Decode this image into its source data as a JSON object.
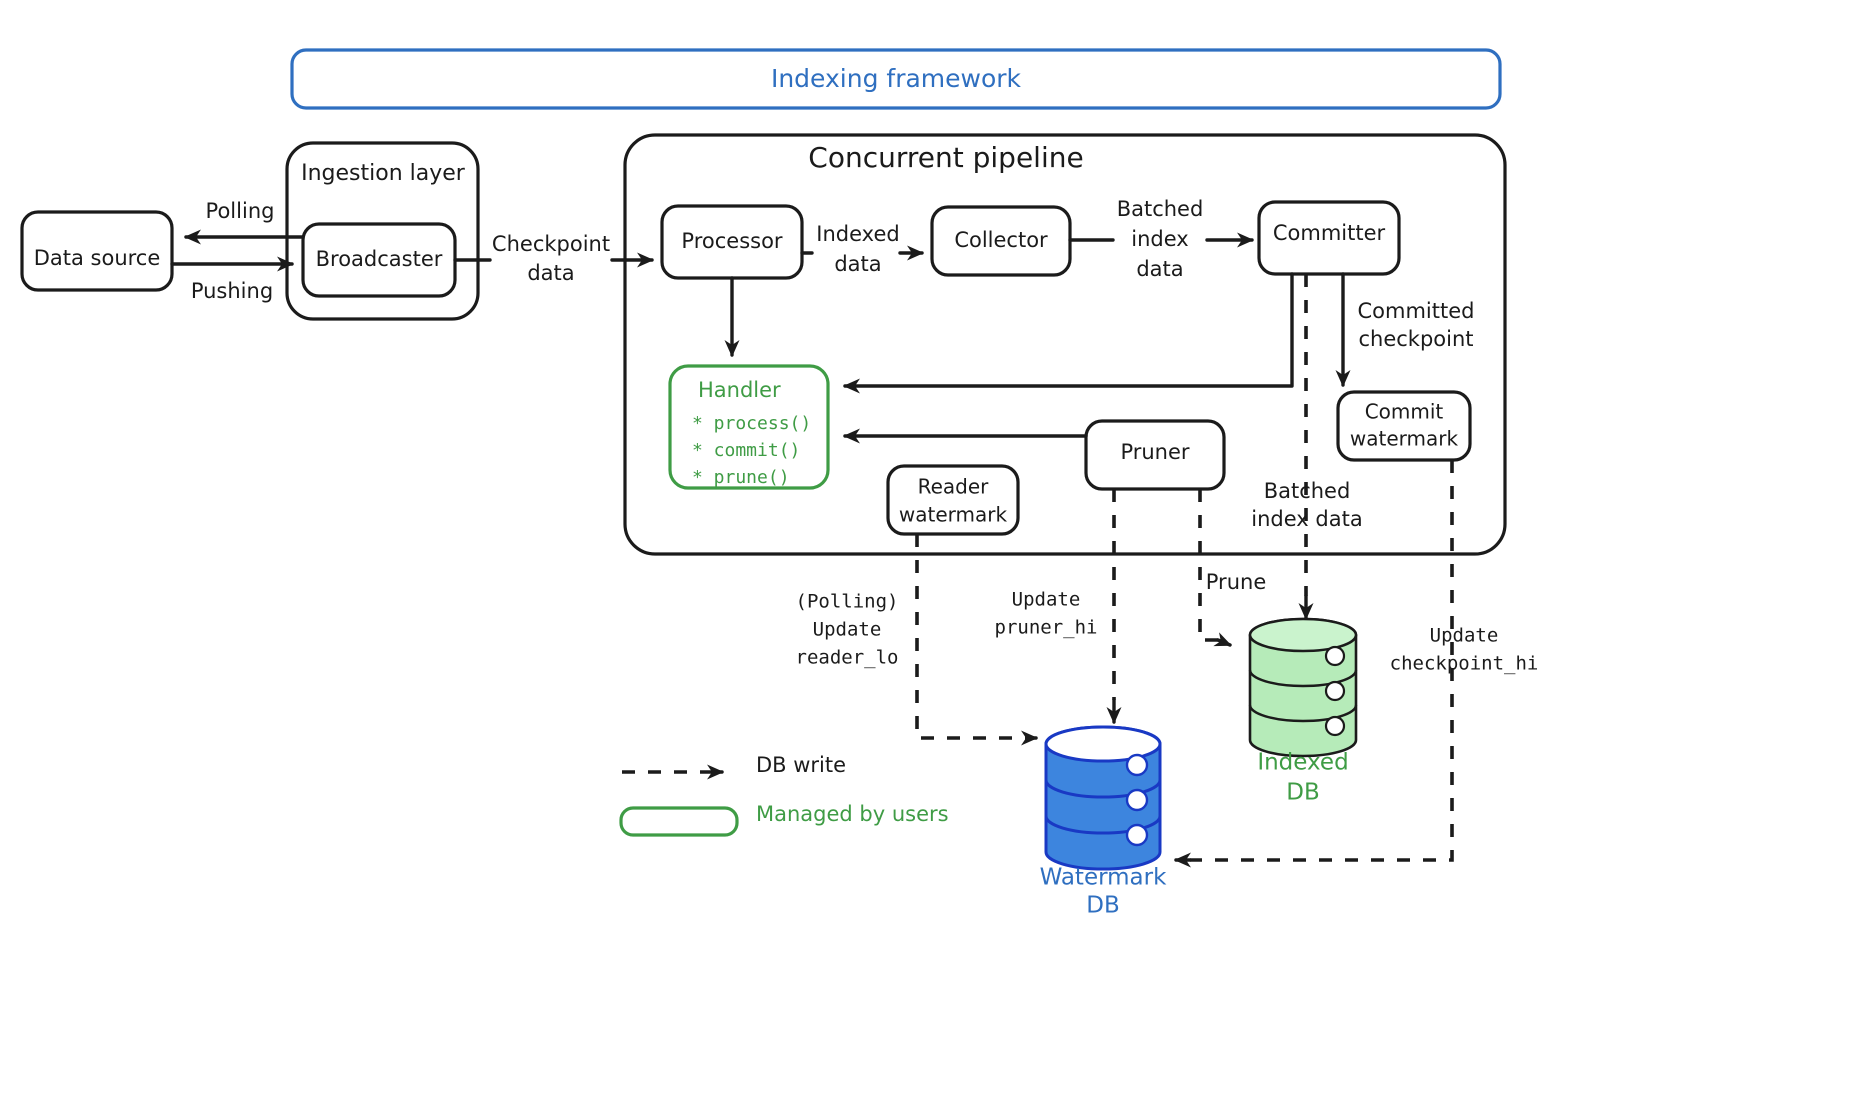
{
  "diagram": {
    "title": "Indexing framework architecture",
    "groups": [
      {
        "id": "indexing-framework",
        "label": "Indexing framework",
        "color": "#2f6fc0"
      },
      {
        "id": "ingestion-layer",
        "label": "Ingestion layer",
        "color": "#1b1b1b"
      },
      {
        "id": "concurrent-pipeline",
        "label": "Concurrent pipeline",
        "color": "#1b1b1b"
      }
    ],
    "nodes": {
      "data_source": "Data source",
      "broadcaster": "Broadcaster",
      "processor": "Processor",
      "collector": "Collector",
      "committer": "Committer",
      "commit_watermark_l1": "Commit",
      "commit_watermark_l2": "watermark",
      "reader_watermark_l1": "Reader",
      "reader_watermark_l2": "watermark",
      "pruner": "Pruner"
    },
    "handler": {
      "title": "Handler",
      "methods": [
        "* process()",
        "* commit()",
        "* prune()"
      ],
      "color": "#3f9c45"
    },
    "edges": {
      "polling": "Polling",
      "pushing": "Pushing",
      "checkpoint_data_l1": "Checkpoint",
      "checkpoint_data_l2": "data",
      "indexed_data_l1": "Indexed",
      "indexed_data_l2": "data",
      "batched_index_data_l1": "Batched",
      "batched_index_data_l2": "index",
      "batched_index_data_l3": "data",
      "committed_checkpoint_l1": "Committed",
      "committed_checkpoint_l2": "checkpoint",
      "batched_index_data2_l1": "Batched",
      "batched_index_data2_l2": "index data",
      "prune": "Prune",
      "polling_update_reader_lo_l1": "(Polling)",
      "polling_update_reader_lo_l2": "Update",
      "polling_update_reader_lo_l3": "reader_lo",
      "update_pruner_hi_l1": "Update",
      "update_pruner_hi_l2": "pruner_hi",
      "update_checkpoint_hi_l1": "Update",
      "update_checkpoint_hi_l2": "checkpoint_hi"
    },
    "databases": [
      {
        "id": "watermark-db",
        "label_line1": "Watermark",
        "label_line2": "DB",
        "color": "#2f6fc0",
        "fill": "#3d85de"
      },
      {
        "id": "indexed-db",
        "label_line1": "Indexed",
        "label_line2": "DB",
        "color": "#3f9c45",
        "fill": "#b6ebb9"
      }
    ],
    "legend": [
      {
        "id": "db-write",
        "symbol": "dashed-arrow",
        "label": "DB write",
        "color": "#1b1b1b"
      },
      {
        "id": "managed-by-users",
        "symbol": "green-rounded-box",
        "label": "Managed by users",
        "color": "#3f9c45"
      }
    ]
  }
}
